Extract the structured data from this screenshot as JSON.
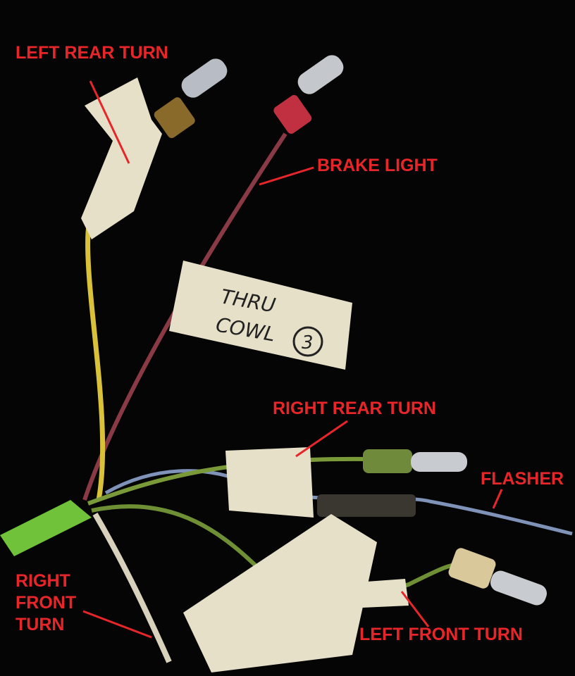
{
  "labels": {
    "left_rear_turn": "LEFT REAR TURN",
    "brake_light": "BRAKE LIGHT",
    "right_rear_turn": "RIGHT REAR TURN",
    "flasher": "FLASHER",
    "right_front_turn": [
      "RIGHT",
      "FRONT",
      "TURN"
    ],
    "left_front_turn": "LEFT FRONT TURN"
  },
  "tape_note": [
    "THRU",
    "COWL",
    "3"
  ],
  "colors": {
    "label": "#e8262a",
    "yellow_wire": "#d9c23a",
    "brake_wire": "#8a3a44",
    "green_wire": "#7a9a3a",
    "blue_wire": "#7f93b8",
    "white_wire": "#d8d2bc",
    "tape": "#e6e0c8"
  }
}
